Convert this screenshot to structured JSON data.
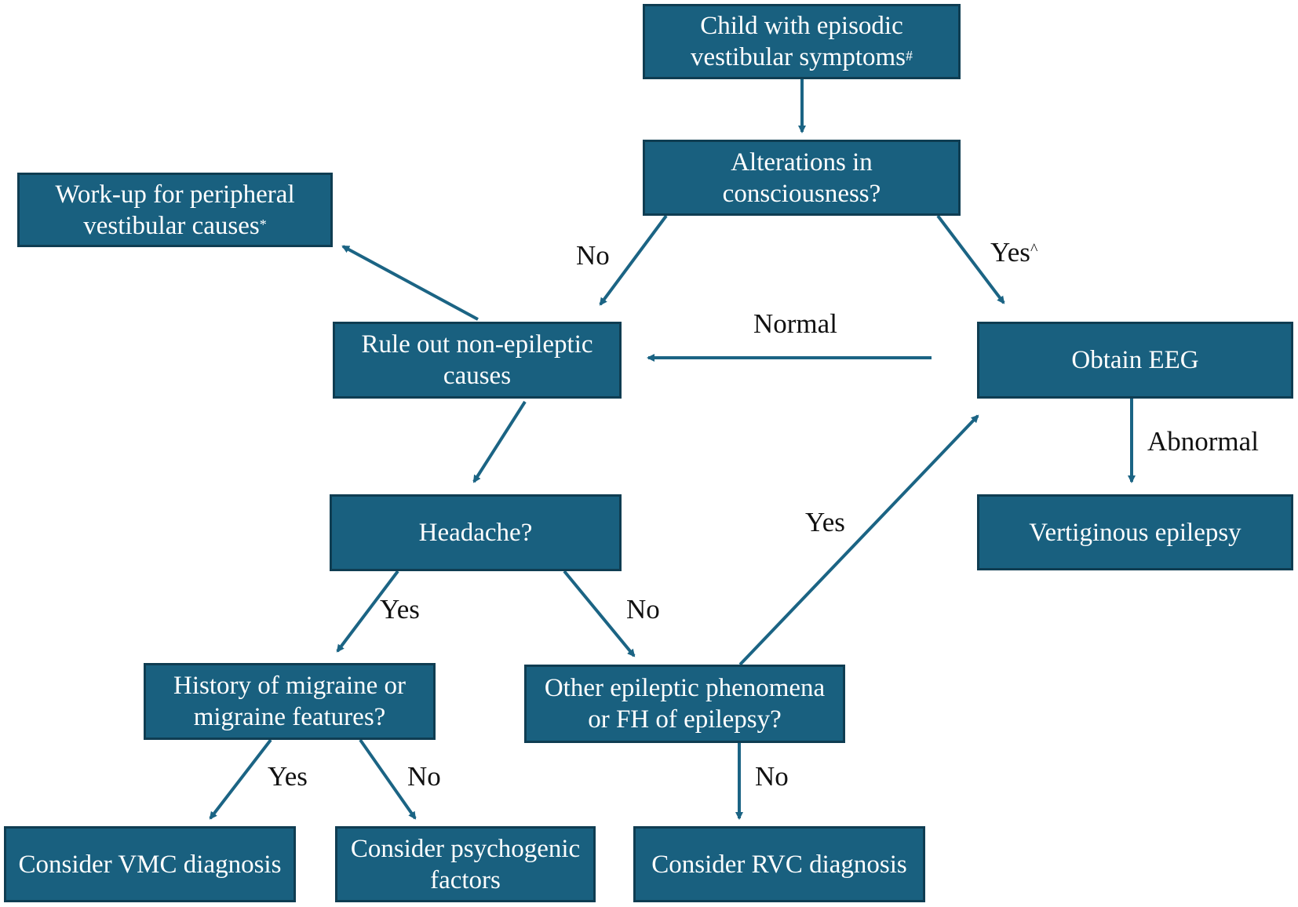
{
  "colors": {
    "box_fill": "#19607f",
    "box_border": "#0f3d52",
    "box_text": "#ffffff",
    "arrow": "#1b6484",
    "label_text": "#111111"
  },
  "boxes": {
    "start": {
      "line1": "Child with episodic",
      "line2": "vestibular symptoms",
      "mark": "#"
    },
    "consciousness": {
      "line1": "Alterations in",
      "line2": "consciousness?"
    },
    "peripheral": {
      "line1": "Work-up for peripheral",
      "line2": "vestibular causes",
      "mark": "*"
    },
    "rule_out": {
      "line1": "Rule out non-epileptic",
      "line2": "causes"
    },
    "eeg": {
      "line1": "Obtain EEG"
    },
    "headache": {
      "line1": "Headache?"
    },
    "vertiginous": {
      "line1": "Vertiginous epilepsy"
    },
    "migraine_history": {
      "line1": "History of migraine or",
      "line2": "migraine features?"
    },
    "other_epileptic": {
      "line1": "Other epileptic phenomena",
      "line2": "or FH of epilepsy?"
    },
    "vmc": {
      "line1": "Consider VMC diagnosis"
    },
    "psychogenic": {
      "line1": "Consider psychogenic",
      "line2": "factors"
    },
    "rvc": {
      "line1": "Consider RVC diagnosis"
    }
  },
  "edge_labels": {
    "consciousness_no": "No",
    "consciousness_yes": "Yes",
    "consciousness_yes_mark": "^",
    "eeg_normal": "Normal",
    "eeg_abnormal": "Abnormal",
    "headache_yes": "Yes",
    "headache_no": "No",
    "other_yes": "Yes",
    "migraine_yes": "Yes",
    "migraine_no": "No",
    "other_no": "No"
  }
}
